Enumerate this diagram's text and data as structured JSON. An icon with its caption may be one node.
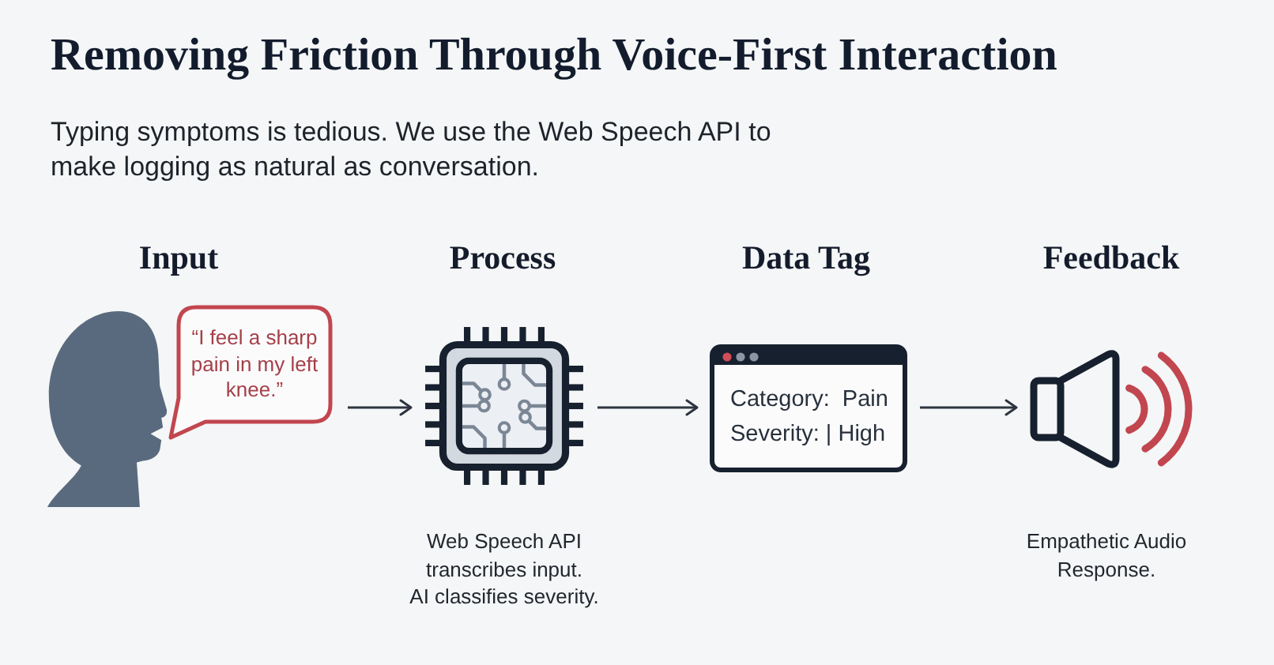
{
  "diagram": {
    "title": "Removing Friction Through Voice-First Interaction",
    "nodes": [
      {
        "text": [],
        "shape": "person"
      },
      {
        "text": [
          "“I feel a sharp pain in my left knee.”"
        ]
      },
      {
        "text": [],
        "shape": "picture",
        "beside": [
          "Web Speech API transcribes input.",
          "AI classifies severity."
        ]
      },
      {
        "text": [
          "Category:  Pain",
          "Severity: | High"
        ]
      },
      {
        "text": [],
        "shape": "picture",
        "beside": [
          "Empathetic Audio Response."
        ]
      }
    ],
    "edges": [
      {
        "from": 1,
        "to": 2,
        "arrow": "to"
      },
      {
        "from": 2,
        "to": 3,
        "arrow": "to"
      },
      {
        "from": 3,
        "to": 4,
        "arrow": "to"
      }
    ],
    "labels": [
      "Typing symptoms is tedious. We use the Web Speech API to make logging as natural as conversation.",
      "Input",
      "Process",
      "Data Tag",
      "Feedback"
    ]
  }
}
